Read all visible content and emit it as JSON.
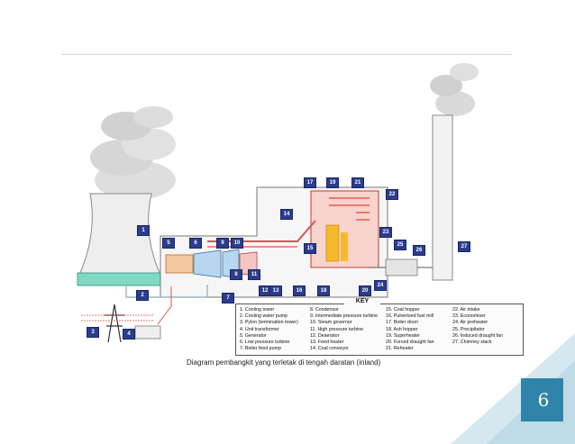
{
  "page": {
    "caption": "Diagram pembangkit yang terletak di tengah daratan (inland)",
    "page_number": "6",
    "accent_color": "#cfe4ee"
  },
  "diagram": {
    "key_title": "KEY",
    "key_columns": [
      [
        "1. Cooling tower",
        "2. Cooling water pump",
        "3. Pylon (termination tower)",
        "4. Unit transformer",
        "5. Generator",
        "6. Low pressure turbine",
        "7. Boiler feed pump"
      ],
      [
        "8. Condensor",
        "9. Intermediate pressure turbine",
        "10. Steam governor",
        "11. High pressure turbine",
        "12. Deaerator",
        "13. Feed heater",
        "14. Coal conveyor"
      ],
      [
        "15. Coal hopper",
        "16. Pulverised fuel mill",
        "17. Boiler drum",
        "18. Ash hopper",
        "19. Superheater",
        "20. Forced draught fan",
        "21. Reheater"
      ],
      [
        "22. Air intake",
        "23. Economiser",
        "24. Air preheater",
        "25. Precipitator",
        "26. Induced draught fan",
        "27. Chimney stack"
      ]
    ],
    "markers": [
      "1",
      "2",
      "3",
      "4",
      "5",
      "6",
      "7",
      "8",
      "9",
      "10",
      "11",
      "12",
      "13",
      "14",
      "15",
      "16",
      "17",
      "18",
      "19",
      "20",
      "21",
      "22",
      "23",
      "24",
      "25",
      "26",
      "27"
    ]
  }
}
